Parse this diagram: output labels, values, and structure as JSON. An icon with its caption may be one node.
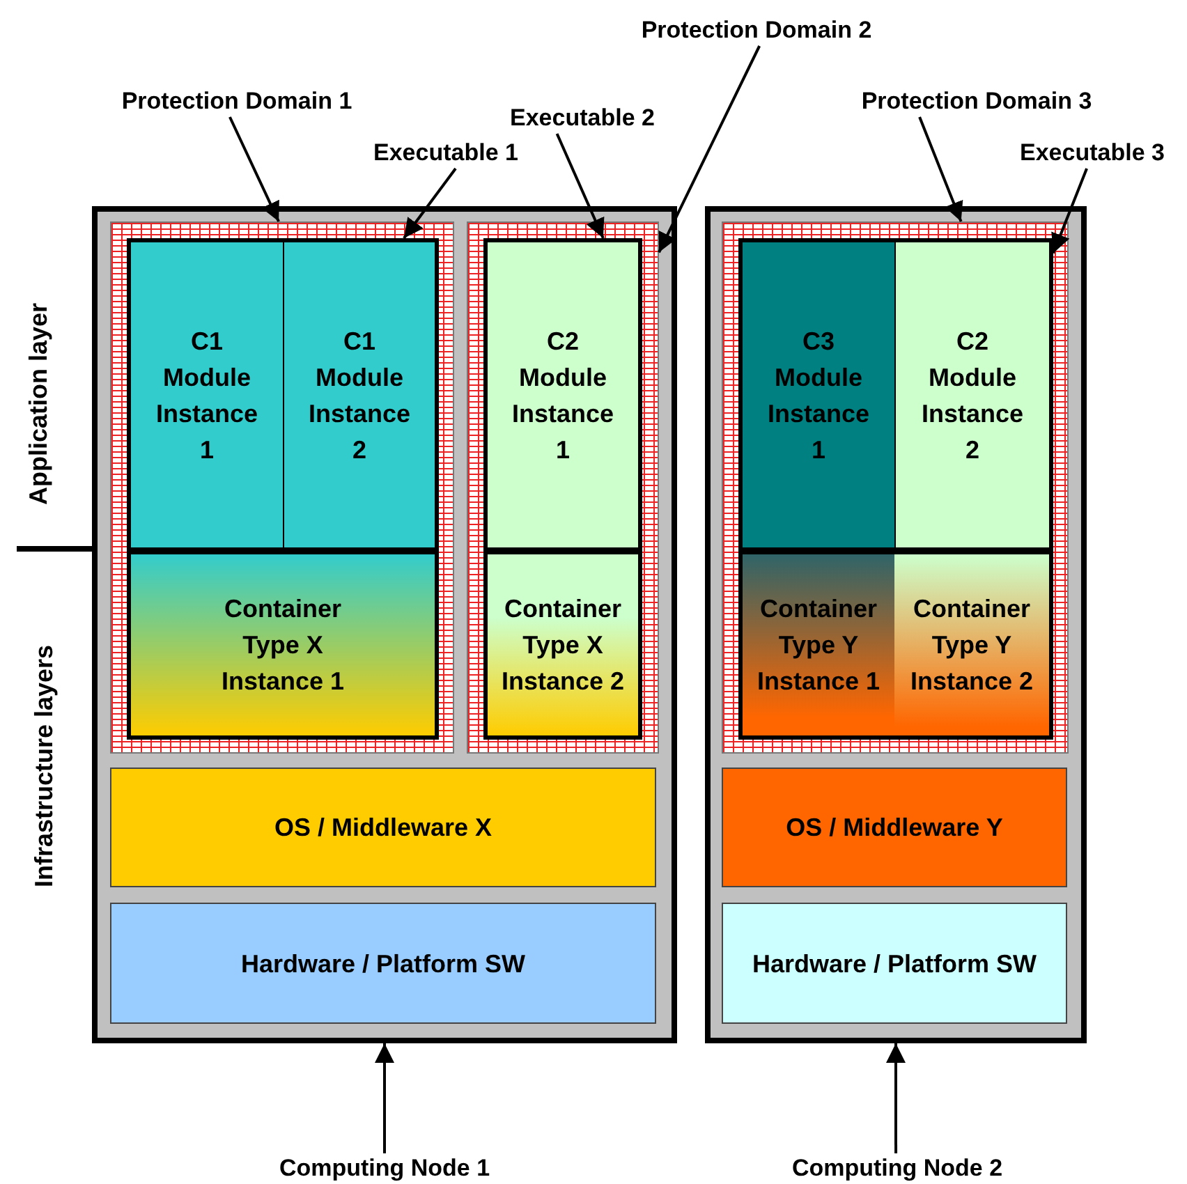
{
  "diagram": {
    "nodes": [
      {
        "text": [],
        "shape": "box"
      },
      {
        "text": [],
        "shape": "box",
        "in": 0
      },
      {
        "text": [],
        "shape": "box",
        "in": 1
      },
      {
        "text": [
          "C1 Module Instance 1"
        ],
        "in": 2
      },
      {
        "text": [
          "C1 Module Instance 2"
        ],
        "in": 2
      },
      {
        "text": [
          "Container Type X Instance 1"
        ],
        "in": 2
      },
      {
        "text": [],
        "shape": "box",
        "in": 0
      },
      {
        "text": [],
        "shape": "box",
        "in": 6
      },
      {
        "text": [
          "C2 Module Instance 1"
        ],
        "in": 7
      },
      {
        "text": [
          "Container Type X Instance 2"
        ],
        "in": 7
      },
      {
        "text": [
          "OS / Middleware X"
        ],
        "in": 0
      },
      {
        "text": [
          "Hardware / Platform SW"
        ],
        "in": 0
      },
      {
        "text": [],
        "shape": "box"
      },
      {
        "text": [],
        "shape": "box",
        "in": 12
      },
      {
        "text": [],
        "shape": "box",
        "in": 13
      },
      {
        "text": [
          "C3 Module Instance 1"
        ],
        "in": 14
      },
      {
        "text": [
          "C2 Module Instance 2"
        ],
        "in": 14
      },
      {
        "text": [
          "Container Type Y Instance 1"
        ],
        "in": 14
      },
      {
        "text": [
          "Container Type Y Instance 2"
        ],
        "in": 14
      },
      {
        "text": [
          "OS / Middleware Y"
        ],
        "in": 12
      },
      {
        "text": [
          "Hardware / Platform SW"
        ],
        "in": 12
      },
      {
        "text": [
          "Protection Domain 1"
        ]
      },
      {
        "text": [
          "Executable 1"
        ]
      },
      {
        "text": [
          "Executable 2"
        ]
      },
      {
        "text": [
          "Protection Domain 2"
        ]
      },
      {
        "text": [
          "Protection Domain 3"
        ]
      },
      {
        "text": [
          "Executable 3"
        ]
      },
      {
        "text": [
          "Computing Node 1"
        ]
      },
      {
        "text": [
          "Computing Node 2"
        ]
      }
    ],
    "edges": [
      {
        "from": 21,
        "to": 1,
        "arrow": "to"
      },
      {
        "from": 22,
        "to": 2,
        "arrow": "to"
      },
      {
        "from": 23,
        "to": 7,
        "arrow": "to"
      },
      {
        "from": 24,
        "to": 6,
        "arrow": "to"
      },
      {
        "from": 25,
        "to": 13,
        "arrow": "to"
      },
      {
        "from": 26,
        "to": 14,
        "arrow": "to"
      },
      {
        "from": 27,
        "to": 0,
        "arrow": "to"
      },
      {
        "from": 28,
        "to": 12,
        "arrow": "to"
      }
    ],
    "labels": [
      "Application layer",
      "Infrastructure layers"
    ]
  }
}
